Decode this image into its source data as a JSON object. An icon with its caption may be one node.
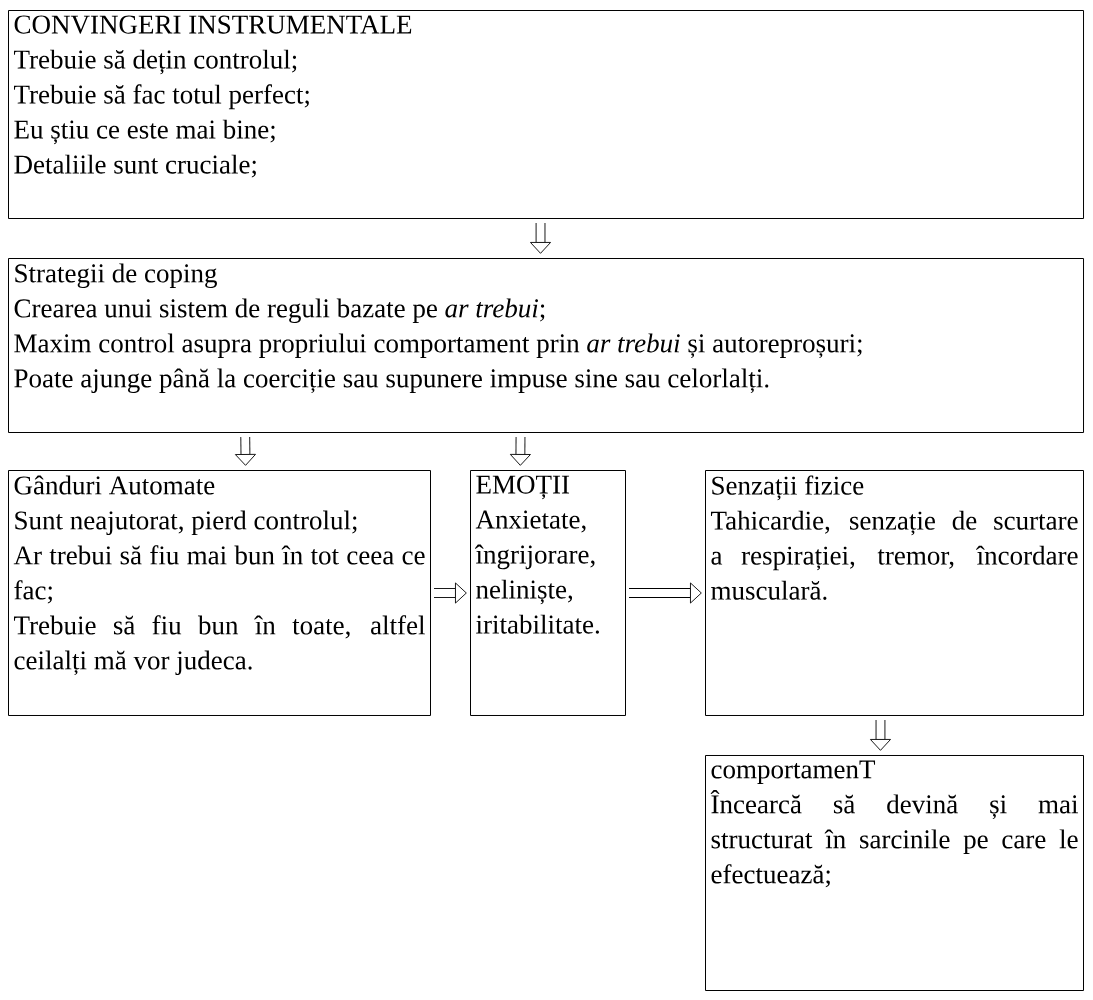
{
  "diagram": {
    "nodes": [
      {
        "text": [
          "CONVINGERI INSTRUMENTALE",
          "Trebuie să dețin controlul;",
          "Trebuie să fac totul perfect;",
          "Eu știu ce este mai bine;",
          "Detaliile sunt cruciale;"
        ]
      },
      {
        "text": [
          "Strategii de coping",
          "Crearea unui sistem de reguli bazate pe *ar trebui*;",
          "Maxim control asupra propriului comportament prin *ar trebui* și autoreproșuri;",
          "Poate ajunge până la coerciție sau supunere impuse sine sau celorlalți."
        ]
      },
      {
        "text": [
          "Gânduri Automate",
          "Sunt neajutorat, pierd controlul;",
          "Ar trebui să fiu mai bun în tot ceea ce fac;",
          "Trebuie să fiu bun în toate, altfel ceilalți mă vor judeca."
        ]
      },
      {
        "text": [
          "EMOȚII",
          "Anxietate, îngrijorare, neliniște, iritabilitate."
        ]
      },
      {
        "text": [
          "Senzații fizice",
          "Tahicardie, senzație de scurtare a respirației, tremor, încordare musculară."
        ]
      },
      {
        "text": [
          "comportamenT",
          "Încearcă să devină și mai structurat în sarcinile pe care le efectuează;"
        ]
      }
    ],
    "edges": [
      {
        "from": 0,
        "to": 1,
        "arrow": "to"
      },
      {
        "from": 1,
        "to": 2,
        "arrow": "to"
      },
      {
        "from": 1,
        "to": 3,
        "arrow": "to"
      },
      {
        "from": 2,
        "to": 3,
        "arrow": "to"
      },
      {
        "from": 3,
        "to": 4,
        "arrow": "to"
      },
      {
        "from": 4,
        "to": 5,
        "arrow": "to"
      }
    ]
  }
}
